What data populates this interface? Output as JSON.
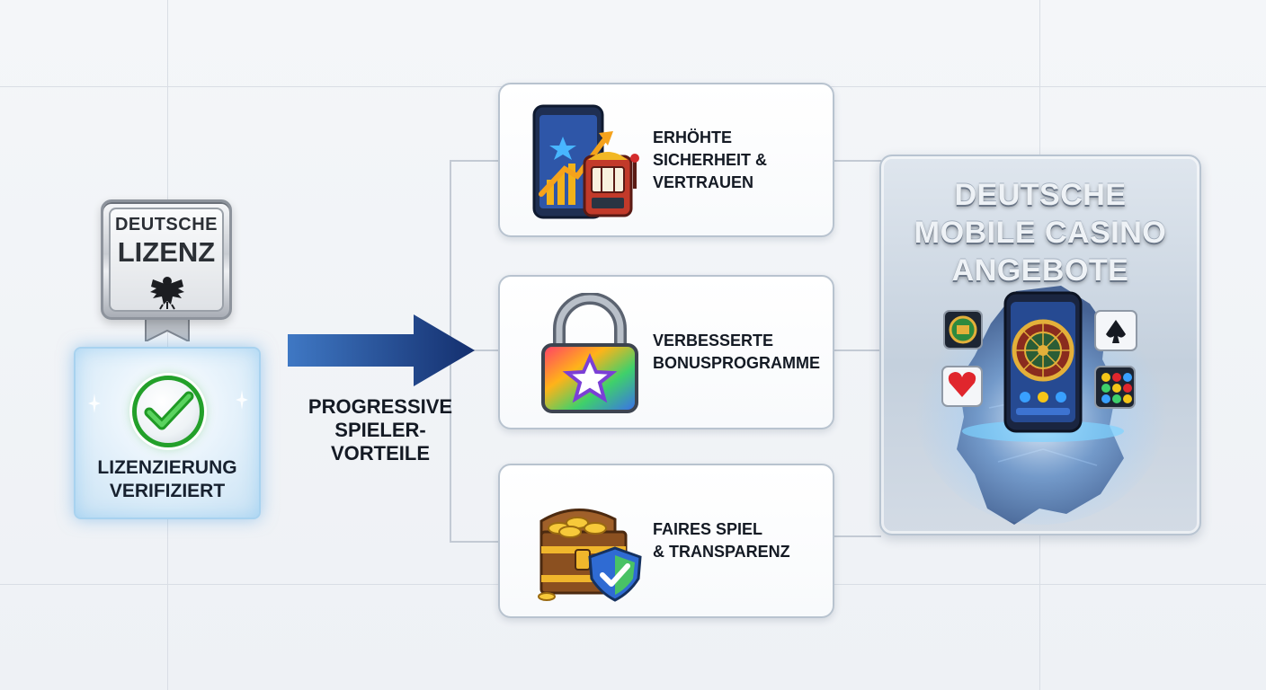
{
  "license_badge": {
    "line1": "DEUTSCHE",
    "line2": "LIZENZ",
    "icon": "eagle-icon"
  },
  "verified_box": {
    "icon": "checkmark-icon",
    "line1": "LIZENZIERUNG",
    "line2": "VERIFIZIERT"
  },
  "arrow_label": {
    "line1": "PROGRESSIVE",
    "line2": "SPIELER-",
    "line3": "VORTEILE"
  },
  "benefits": [
    {
      "icon": "phone-growth-slot-icon",
      "line1": "ERHÖHTE",
      "line2": "SICHERHEIT &",
      "line3": "VERTRAUEN"
    },
    {
      "icon": "padlock-star-icon",
      "line1": "VERBESSERTE",
      "line2": "BONUSPROGRAMME"
    },
    {
      "icon": "treasure-chest-shield-icon",
      "line1": "FAIRES SPIEL",
      "line2": "& TRANSPARENZ"
    }
  ],
  "offers_panel": {
    "line1": "DEUTSCHE",
    "line2": "MOBILE CASINO",
    "line3": "ANGEBOTE",
    "icon": "germany-map-phone-roulette-icon"
  },
  "colors": {
    "arrow": "#1c3f86",
    "check": "#23a02a",
    "panel_title": "#eef2f6"
  }
}
